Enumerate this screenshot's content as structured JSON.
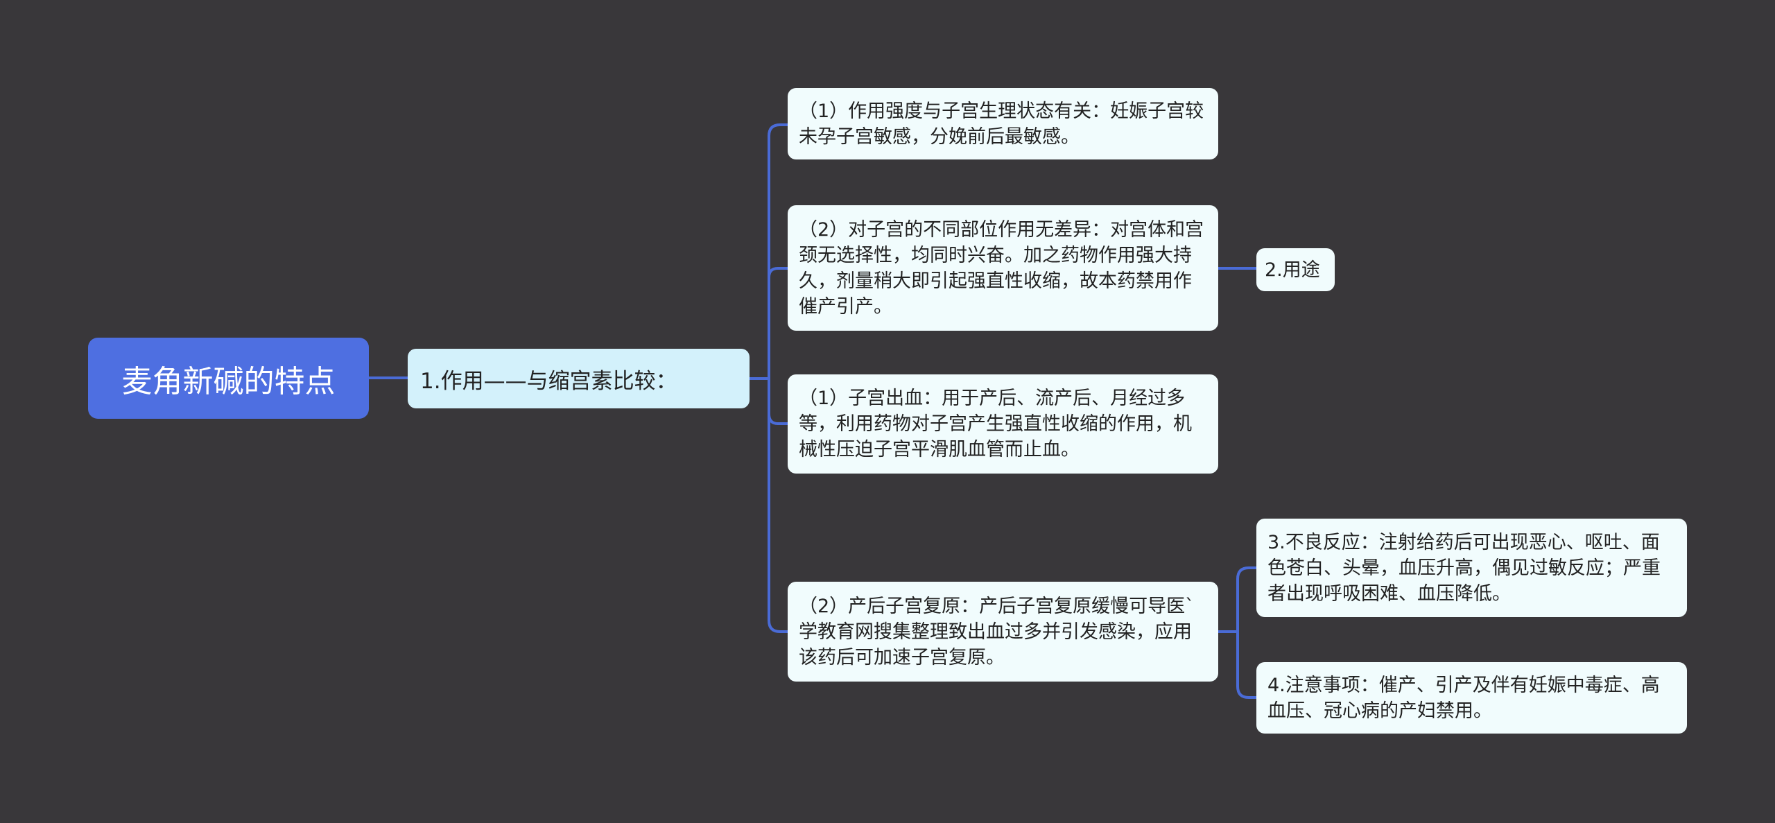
{
  "root": {
    "label": "麦角新碱的特点"
  },
  "branch": {
    "label": "1.作用——与缩宫素比较："
  },
  "leaves": [
    {
      "label": "（1）作用强度与子宫生理状态有关：妊娠子宫较未孕子宫敏感，分娩前后最敏感。"
    },
    {
      "label": "（2）对子宫的不同部位作用无差异：对宫体和宫颈无选择性，均同时兴奋。加之药物作用强大持久，剂量稍大即引起强直性收缩，故本药禁用作催产引产。"
    },
    {
      "label": "（1）子宫出血：用于产后、流产后、月经过多等，利用药物对子宫产生强直性收缩的作用，机械性压迫子宫平滑肌血管而止血。"
    },
    {
      "label": "（2）产后子宫复原：产后子宫复原缓慢可导医`学教育网搜集整理致出血过多并引发感染，应用该药后可加速子宫复原。"
    }
  ],
  "children": [
    {
      "label": "2.用途"
    },
    {
      "label": "3.不良反应：注射给药后可出现恶心、呕吐、面色苍白、头晕，血压升高，偶见过敏反应；严重者出现呼吸困难、血压降低。"
    },
    {
      "label": "4.注意事项：催产、引产及伴有妊娠中毒症、高血压、冠心病的产妇禁用。"
    }
  ],
  "colors": {
    "background": "#39373a",
    "root": "#4e6fe1",
    "branch": "#d3f1fb",
    "leaf": "#f1fcfd",
    "line": "#4a6bd6"
  }
}
